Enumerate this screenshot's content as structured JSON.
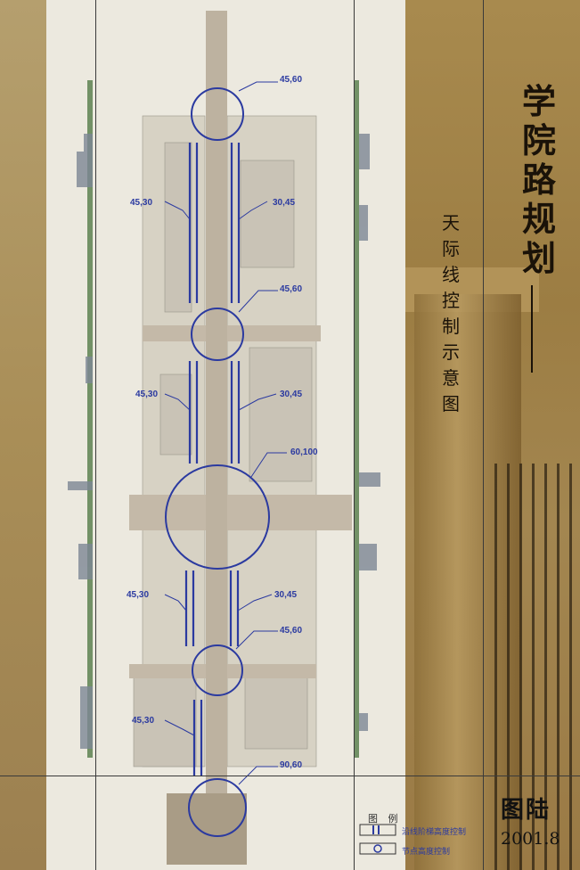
{
  "title": "学院路规划",
  "subtitle": "天际线控制示意图",
  "author": "图陆",
  "date": "2001.8",
  "legend": {
    "title": "图 例",
    "items": [
      {
        "label": "沿线阶梯高度控制"
      },
      {
        "label": "节点高度控制"
      }
    ]
  },
  "height_labels": {
    "n1": "45,60",
    "w1": "45,30",
    "e1": "30,45",
    "n2": "45,60",
    "w2": "45,30",
    "e2": "30,45",
    "n3": "60,100",
    "w3": "45,30",
    "e3": "30,45",
    "n4": "45,60",
    "w4": "45,30",
    "n5": "90,60"
  },
  "colors": {
    "control_blue": "#2b3aa0",
    "sepia": "#a38650",
    "paper": "#ece9df"
  }
}
